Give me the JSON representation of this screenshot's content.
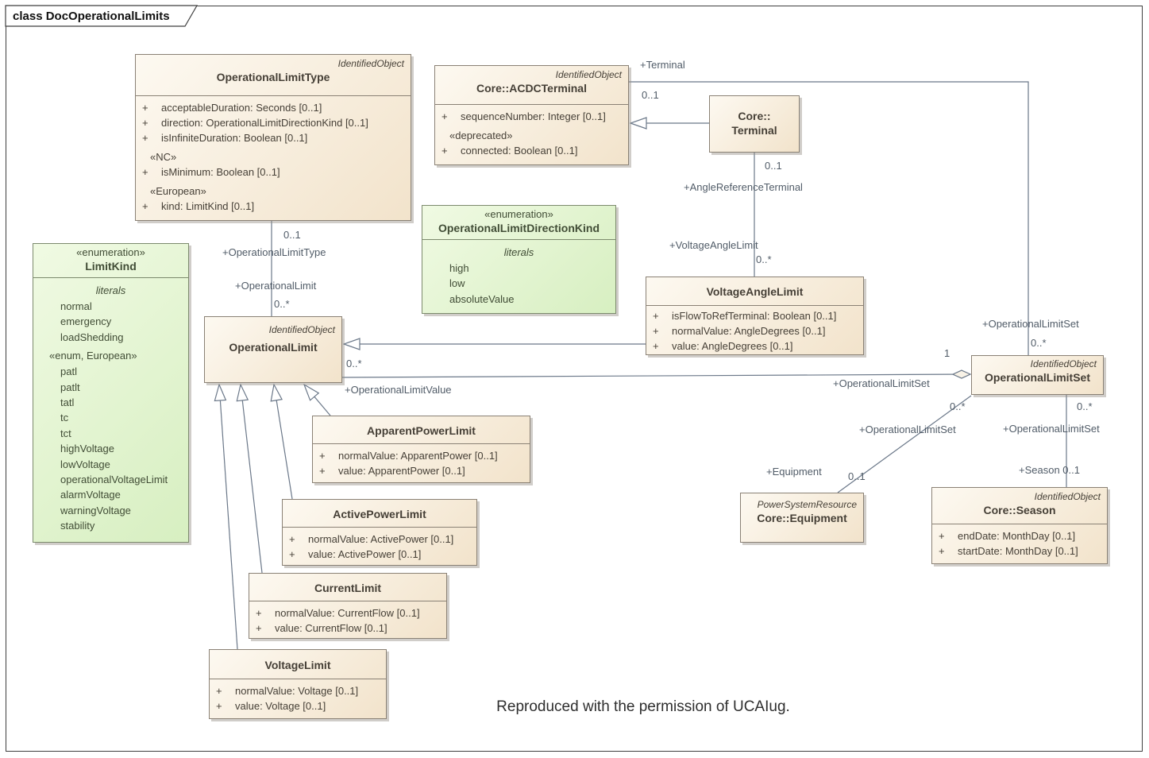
{
  "diagram": {
    "title": "class DocOperationalLimits",
    "caption": "Reproduced with the permission of UCAIug."
  },
  "colors": {
    "class_fill": "#f2e3cb",
    "enum_fill": "#d7efc1",
    "class_border": "#8a8175",
    "enum_border": "#7c8a6d",
    "connector": "#6b7889",
    "frame_border": "#3f3f3f"
  },
  "classes": {
    "olt": {
      "stereotype": "IdentifiedObject",
      "name": "OperationalLimitType",
      "attrs": [
        {
          "p": "+",
          "t": "acceptableDuration: Seconds [0..1]"
        },
        {
          "p": "+",
          "t": "direction: OperationalLimitDirectionKind [0..1]"
        },
        {
          "p": "+",
          "t": "isInfiniteDuration: Boolean [0..1]"
        },
        {
          "p": "",
          "t": "«NC»"
        },
        {
          "p": "+",
          "t": "isMinimum: Boolean [0..1]"
        },
        {
          "p": "",
          "t": "«European»"
        },
        {
          "p": "+",
          "t": "kind: LimitKind [0..1]"
        }
      ]
    },
    "acdc": {
      "stereotype": "IdentifiedObject",
      "name": "Core::ACDCTerminal",
      "attrs": [
        {
          "p": "+",
          "t": "sequenceNumber: Integer [0..1]"
        },
        {
          "p": "",
          "t": "«deprecated»"
        },
        {
          "p": "+",
          "t": "connected: Boolean [0..1]"
        }
      ]
    },
    "terminal": {
      "name1": "Core::",
      "name2": "Terminal"
    },
    "limitKind": {
      "stereotype": "«enumeration»",
      "name": "LimitKind",
      "literals_label": "literals",
      "items1": [
        "normal",
        "emergency",
        "loadShedding"
      ],
      "group": "«enum, European»",
      "items2": [
        "patl",
        "patlt",
        "tatl",
        "tc",
        "tct",
        "highVoltage",
        "lowVoltage",
        "operationalVoltageLimit",
        "alarmVoltage",
        "warningVoltage",
        "stability"
      ]
    },
    "oldk": {
      "stereotype": "«enumeration»",
      "name": "OperationalLimitDirectionKind",
      "literals_label": "literals",
      "items": [
        "high",
        "low",
        "absoluteValue"
      ]
    },
    "ol": {
      "stereotype": "IdentifiedObject",
      "name": "OperationalLimit"
    },
    "val": {
      "name": "VoltageAngleLimit",
      "attrs": [
        {
          "p": "+",
          "t": "isFlowToRefTerminal: Boolean [0..1]"
        },
        {
          "p": "+",
          "t": "normalValue: AngleDegrees [0..1]"
        },
        {
          "p": "+",
          "t": "value: AngleDegrees [0..1]"
        }
      ]
    },
    "ols": {
      "stereotype": "IdentifiedObject",
      "name": "OperationalLimitSet"
    },
    "apl": {
      "name": "ApparentPowerLimit",
      "attrs": [
        {
          "p": "+",
          "t": "normalValue: ApparentPower [0..1]"
        },
        {
          "p": "+",
          "t": "value: ApparentPower [0..1]"
        }
      ]
    },
    "actpl": {
      "name": "ActivePowerLimit",
      "attrs": [
        {
          "p": "+",
          "t": "normalValue: ActivePower [0..1]"
        },
        {
          "p": "+",
          "t": "value: ActivePower [0..1]"
        }
      ]
    },
    "cl": {
      "name": "CurrentLimit",
      "attrs": [
        {
          "p": "+",
          "t": "normalValue: CurrentFlow [0..1]"
        },
        {
          "p": "+",
          "t": "value: CurrentFlow [0..1]"
        }
      ]
    },
    "vl": {
      "name": "VoltageLimit",
      "attrs": [
        {
          "p": "+",
          "t": "normalValue: Voltage [0..1]"
        },
        {
          "p": "+",
          "t": "value: Voltage [0..1]"
        }
      ]
    },
    "equipment": {
      "stereotype": "PowerSystemResource",
      "name": "Core::Equipment"
    },
    "season": {
      "stereotype": "IdentifiedObject",
      "name": "Core::Season",
      "attrs": [
        {
          "p": "+",
          "t": "endDate: MonthDay [0..1]"
        },
        {
          "p": "+",
          "t": "startDate: MonthDay [0..1]"
        }
      ]
    }
  },
  "labels": {
    "terminal_role": "+Terminal",
    "terminal_mult": "0..1",
    "angle_ref_mult": "0..1",
    "angle_ref_role": "+AngleReferenceTerminal",
    "vangle_role": "+VoltageAngleLimit",
    "vangle_mult": "0..*",
    "olt_mult": "0..1",
    "olt_role": "+OperationalLimitType",
    "ol_role": "+OperationalLimit",
    "ol_mult": "0..*",
    "olv_mult": "0..*",
    "olv_role": "+OperationalLimitValue",
    "one": "1",
    "ols_left": "+OperationalLimitSet",
    "ols_top": "+OperationalLimitSet",
    "ols_top_mult": "0..*",
    "eq_mult": "0..*",
    "eq_mid": "+OperationalLimitSet",
    "equipment": "+Equipment",
    "equipment_mult": "0..1",
    "season_mult": "0..*",
    "season_mid": "+OperationalLimitSet",
    "season": "+Season 0..1"
  }
}
